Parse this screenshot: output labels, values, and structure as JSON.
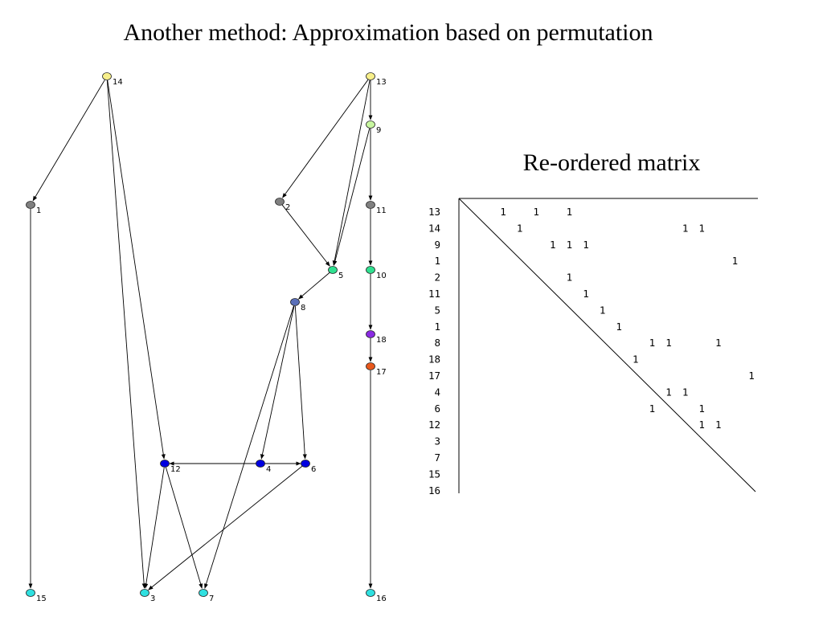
{
  "slide": {
    "title": "Another method: Approximation based on permutation",
    "matrix_title": "Re-ordered matrix"
  },
  "graph": {
    "nodes": [
      {
        "id": "14",
        "color": "#f7ef8a"
      },
      {
        "id": "13",
        "color": "#f7ef8a"
      },
      {
        "id": "9",
        "color": "#c8f7a0"
      },
      {
        "id": "1",
        "color": "#808080"
      },
      {
        "id": "2",
        "color": "#808080"
      },
      {
        "id": "11",
        "color": "#808080"
      },
      {
        "id": "5",
        "color": "#30e090"
      },
      {
        "id": "10",
        "color": "#30e090"
      },
      {
        "id": "8",
        "color": "#5a6fb8"
      },
      {
        "id": "18",
        "color": "#8a2be2"
      },
      {
        "id": "17",
        "color": "#e8581c"
      },
      {
        "id": "12",
        "color": "#0000e0"
      },
      {
        "id": "4",
        "color": "#0000e0"
      },
      {
        "id": "6",
        "color": "#0000e0"
      },
      {
        "id": "15",
        "color": "#30e0e0"
      },
      {
        "id": "3",
        "color": "#30e0e0"
      },
      {
        "id": "7",
        "color": "#30e0e0"
      },
      {
        "id": "16",
        "color": "#30e0e0"
      }
    ],
    "edges": [
      [
        "14",
        "1"
      ],
      [
        "14",
        "12"
      ],
      [
        "14",
        "3"
      ],
      [
        "13",
        "9"
      ],
      [
        "13",
        "2"
      ],
      [
        "13",
        "5"
      ],
      [
        "9",
        "5"
      ],
      [
        "9",
        "11"
      ],
      [
        "1",
        "15"
      ],
      [
        "2",
        "5"
      ],
      [
        "11",
        "10"
      ],
      [
        "5",
        "8"
      ],
      [
        "10",
        "18"
      ],
      [
        "18",
        "17"
      ],
      [
        "17",
        "16"
      ],
      [
        "8",
        "4"
      ],
      [
        "8",
        "6"
      ],
      [
        "8",
        "7"
      ],
      [
        "4",
        "12"
      ],
      [
        "4",
        "6"
      ],
      [
        "6",
        "3"
      ],
      [
        "12",
        "3"
      ],
      [
        "12",
        "7"
      ]
    ]
  },
  "matrix": {
    "row_labels": [
      "13",
      "14",
      "9",
      "1",
      "2",
      "11",
      "5",
      "1",
      "8",
      "18",
      "17",
      "4",
      "6",
      "12",
      "3",
      "7",
      "15",
      "16"
    ],
    "rows": [
      [
        "1",
        "",
        "1",
        "",
        "1",
        "",
        "",
        "",
        "",
        "",
        "",
        "",
        "",
        "",
        ""
      ],
      [
        "",
        "1",
        "",
        "",
        "",
        "",
        "",
        "",
        "",
        "",
        "",
        "1",
        "1",
        "",
        ""
      ],
      [
        "",
        "",
        "",
        "1",
        "1",
        "1",
        "",
        "",
        "",
        "",
        "",
        "",
        "",
        "",
        ""
      ],
      [
        "",
        "",
        "",
        "",
        "",
        "",
        "",
        "",
        "",
        "",
        "",
        "",
        "",
        "",
        "1"
      ],
      [
        "",
        "",
        "",
        "",
        "1",
        "",
        "",
        "",
        "",
        "",
        "",
        "",
        "",
        "",
        ""
      ],
      [
        "",
        "",
        "",
        "",
        "",
        "1",
        "",
        "",
        "",
        "",
        "",
        "",
        "",
        "",
        ""
      ],
      [
        "",
        "",
        "",
        "",
        "",
        "",
        "1",
        "",
        "",
        "",
        "",
        "",
        "",
        "",
        ""
      ],
      [
        "",
        "",
        "",
        "",
        "",
        "",
        "",
        "1",
        "",
        "",
        "",
        "",
        "",
        "",
        ""
      ],
      [
        "",
        "",
        "",
        "",
        "",
        "",
        "",
        "",
        "",
        "1",
        "1",
        "",
        "",
        "1",
        ""
      ],
      [
        "",
        "",
        "",
        "",
        "",
        "",
        "",
        "",
        "1",
        "",
        "",
        "",
        "",
        "",
        ""
      ],
      [
        "",
        "",
        "",
        "",
        "",
        "",
        "",
        "",
        "",
        "",
        "",
        "",
        "",
        "",
        "",
        "1"
      ],
      [
        "",
        "",
        "",
        "",
        "",
        "",
        "",
        "",
        "",
        "",
        "1",
        "1",
        "",
        "",
        ""
      ],
      [
        "",
        "",
        "",
        "",
        "",
        "",
        "",
        "",
        "",
        "1",
        "",
        "",
        "1",
        "",
        ""
      ],
      [
        "",
        "",
        "",
        "",
        "",
        "",
        "",
        "",
        "",
        "",
        "",
        "",
        "1",
        "1",
        ""
      ],
      [],
      [],
      [],
      []
    ]
  }
}
